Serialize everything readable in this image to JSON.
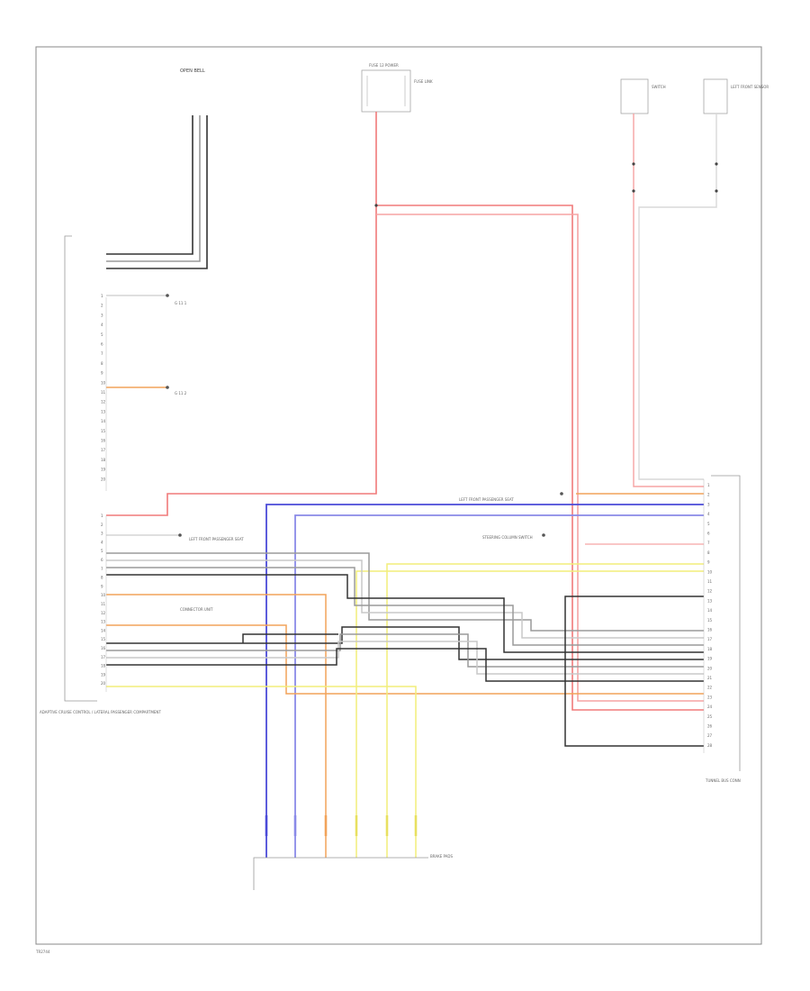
{
  "diagram": {
    "footer_code": "TR2744",
    "top_center_label": "OPEN BELL",
    "left_module_label": "ADAPTIVE CRUISE CONTROL / LATERAL PASSENGER COMPARTMENT",
    "right_module_label": "TUNNEL BUS CONN",
    "bottom_connector_label": "BRAKE PADS",
    "top_fuse_label": "FUSE 12 POWER",
    "top_fuse_note": "FUSE LINK",
    "right_box1_label": "SWITCH",
    "right_box2_label": "LEFT FRONT SENSOR",
    "center_callout1": "LEFT FRONT PASSENGER SEAT",
    "center_callout2": "CONNECTOR UNIT",
    "left_callout1": "LEFT FRONT PASSENGER SEAT",
    "right_callout1": "STEERING COLUMN SWITCH",
    "left_ground1": "G 11 1",
    "left_ground2": "G 11 2",
    "left_pins": [
      "1",
      "2",
      "3",
      "4",
      "5",
      "6",
      "7",
      "8",
      "9",
      "10",
      "11",
      "12",
      "13",
      "14",
      "15",
      "16",
      "17",
      "18",
      "19",
      "20"
    ],
    "left_lower_pins": [
      "1",
      "2",
      "3",
      "4",
      "5",
      "6",
      "7",
      "8",
      "9",
      "10",
      "11",
      "12",
      "13",
      "14",
      "15",
      "16",
      "17",
      "18",
      "19",
      "20"
    ],
    "right_pins": [
      "1",
      "2",
      "3",
      "4",
      "5",
      "6",
      "7",
      "8",
      "9",
      "10",
      "11",
      "12",
      "13",
      "14",
      "15",
      "16",
      "17",
      "18",
      "19",
      "20",
      "21",
      "22",
      "23",
      "24",
      "25",
      "26",
      "27",
      "28"
    ],
    "colors": {
      "red": "#f07a7a",
      "pink": "#f5a3a3",
      "blue": "#4a4ad8",
      "lightblue": "#8a8ae8",
      "yellow": "#f2ee7a",
      "orange": "#f2a35a",
      "black": "#333333",
      "gray": "#9a9a9a",
      "lightgray": "#c8c8c8"
    }
  }
}
